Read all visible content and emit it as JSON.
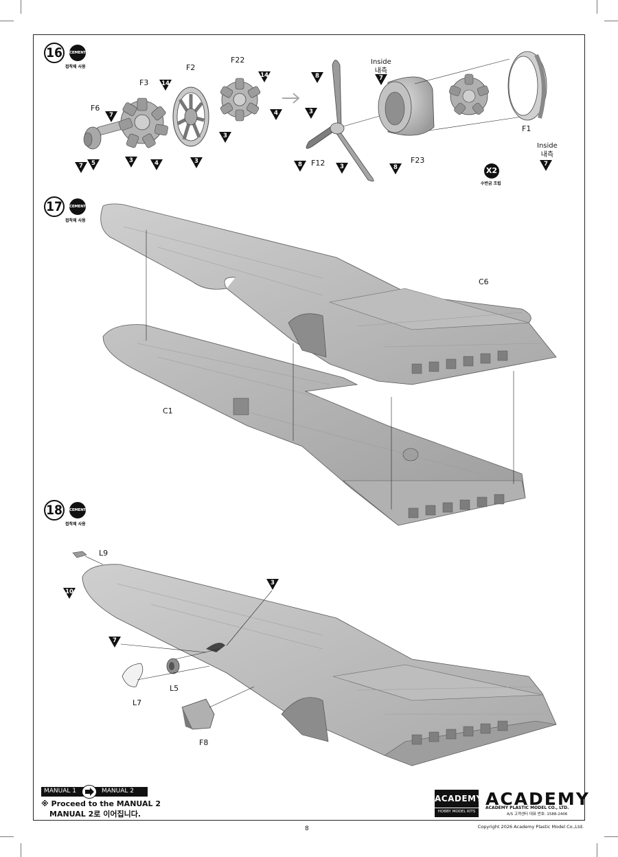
{
  "steps": [
    {
      "number": "16",
      "cement_badge": "CEMENT",
      "cement_note": "접착제 사용"
    },
    {
      "number": "17",
      "cement_badge": "CEMENT",
      "cement_note": "접착제 사용"
    },
    {
      "number": "18",
      "cement_badge": "CEMENT",
      "cement_note": "접착제 사용"
    }
  ],
  "part_labels": {
    "f2": "F2",
    "f22": "F22",
    "f3": "F3",
    "f6": "F6",
    "f12": "F12",
    "f23": "F23",
    "f1": "F1",
    "c6": "C6",
    "c1": "C1",
    "l9": "L9",
    "l5": "L5",
    "l7": "L7",
    "f8": "F8"
  },
  "annotations": {
    "inside_en": "Inside",
    "inside_ko": "내측",
    "x2": "X2",
    "x2_note": "수반금 조립"
  },
  "color_callouts": [
    "7",
    "14",
    "14",
    "7",
    "5",
    "3",
    "4",
    "3",
    "3",
    "4",
    "8",
    "3",
    "8",
    "3",
    "8",
    "7",
    "7",
    "10",
    "3",
    "7"
  ],
  "footer": {
    "manual_from": "MANUAL 1",
    "manual_to": "MANUAL 2",
    "proceed_en": "※ Proceed to the MANUAL 2",
    "proceed_ko": "MANUAL 2로 이어집니다.",
    "brand_box": "ACADEMY",
    "brand_box_sub": "HOBBY MODEL KITS",
    "brand_logo": "ACADEMY",
    "brand_company": "ACADEMY PLASTIC MODEL CO., LTD.",
    "brand_as": "A/S 고객센터 대표 번호: 1588-2406",
    "page_number": "8",
    "copyright": "Copyright 2026 Academy Plastic Model Co.,Ltd."
  },
  "colors": {
    "ink": "#111111",
    "part_gray": "#b9b9b9",
    "part_dark": "#8a8a8a",
    "guide_arrow": "#a8a8a8"
  }
}
